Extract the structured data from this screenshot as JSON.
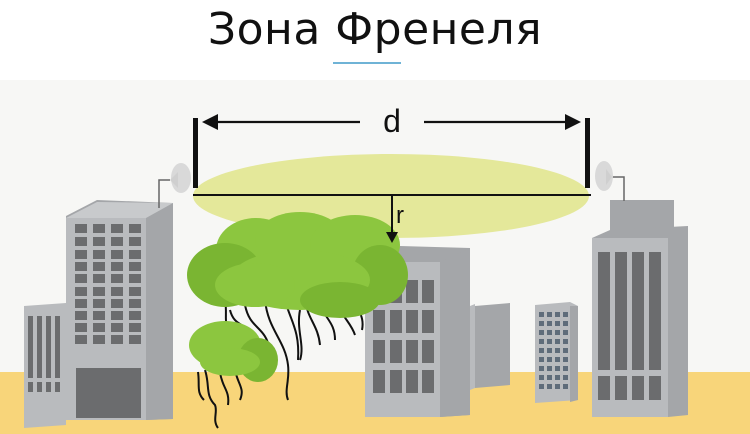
{
  "title": "Зона Френеля",
  "diagram": {
    "distance_label": "d",
    "radius_label": "r",
    "colors": {
      "title_underline": "#6fb3d6",
      "fresnel_zone": "#e4e89a",
      "ground": "#f8d57a",
      "sky": "#f7f7f5",
      "building": "#b9bbbe",
      "building_side": "#a4a6a9",
      "window": "#6b6c6e",
      "tree": "#8cc63f",
      "tree_dark": "#7ab532",
      "line": "#111111"
    },
    "elements": [
      "left-antenna",
      "right-antenna",
      "fresnel-ellipse",
      "line-of-sight",
      "distance-arrow",
      "radius-arrow",
      "buildings",
      "trees"
    ]
  }
}
